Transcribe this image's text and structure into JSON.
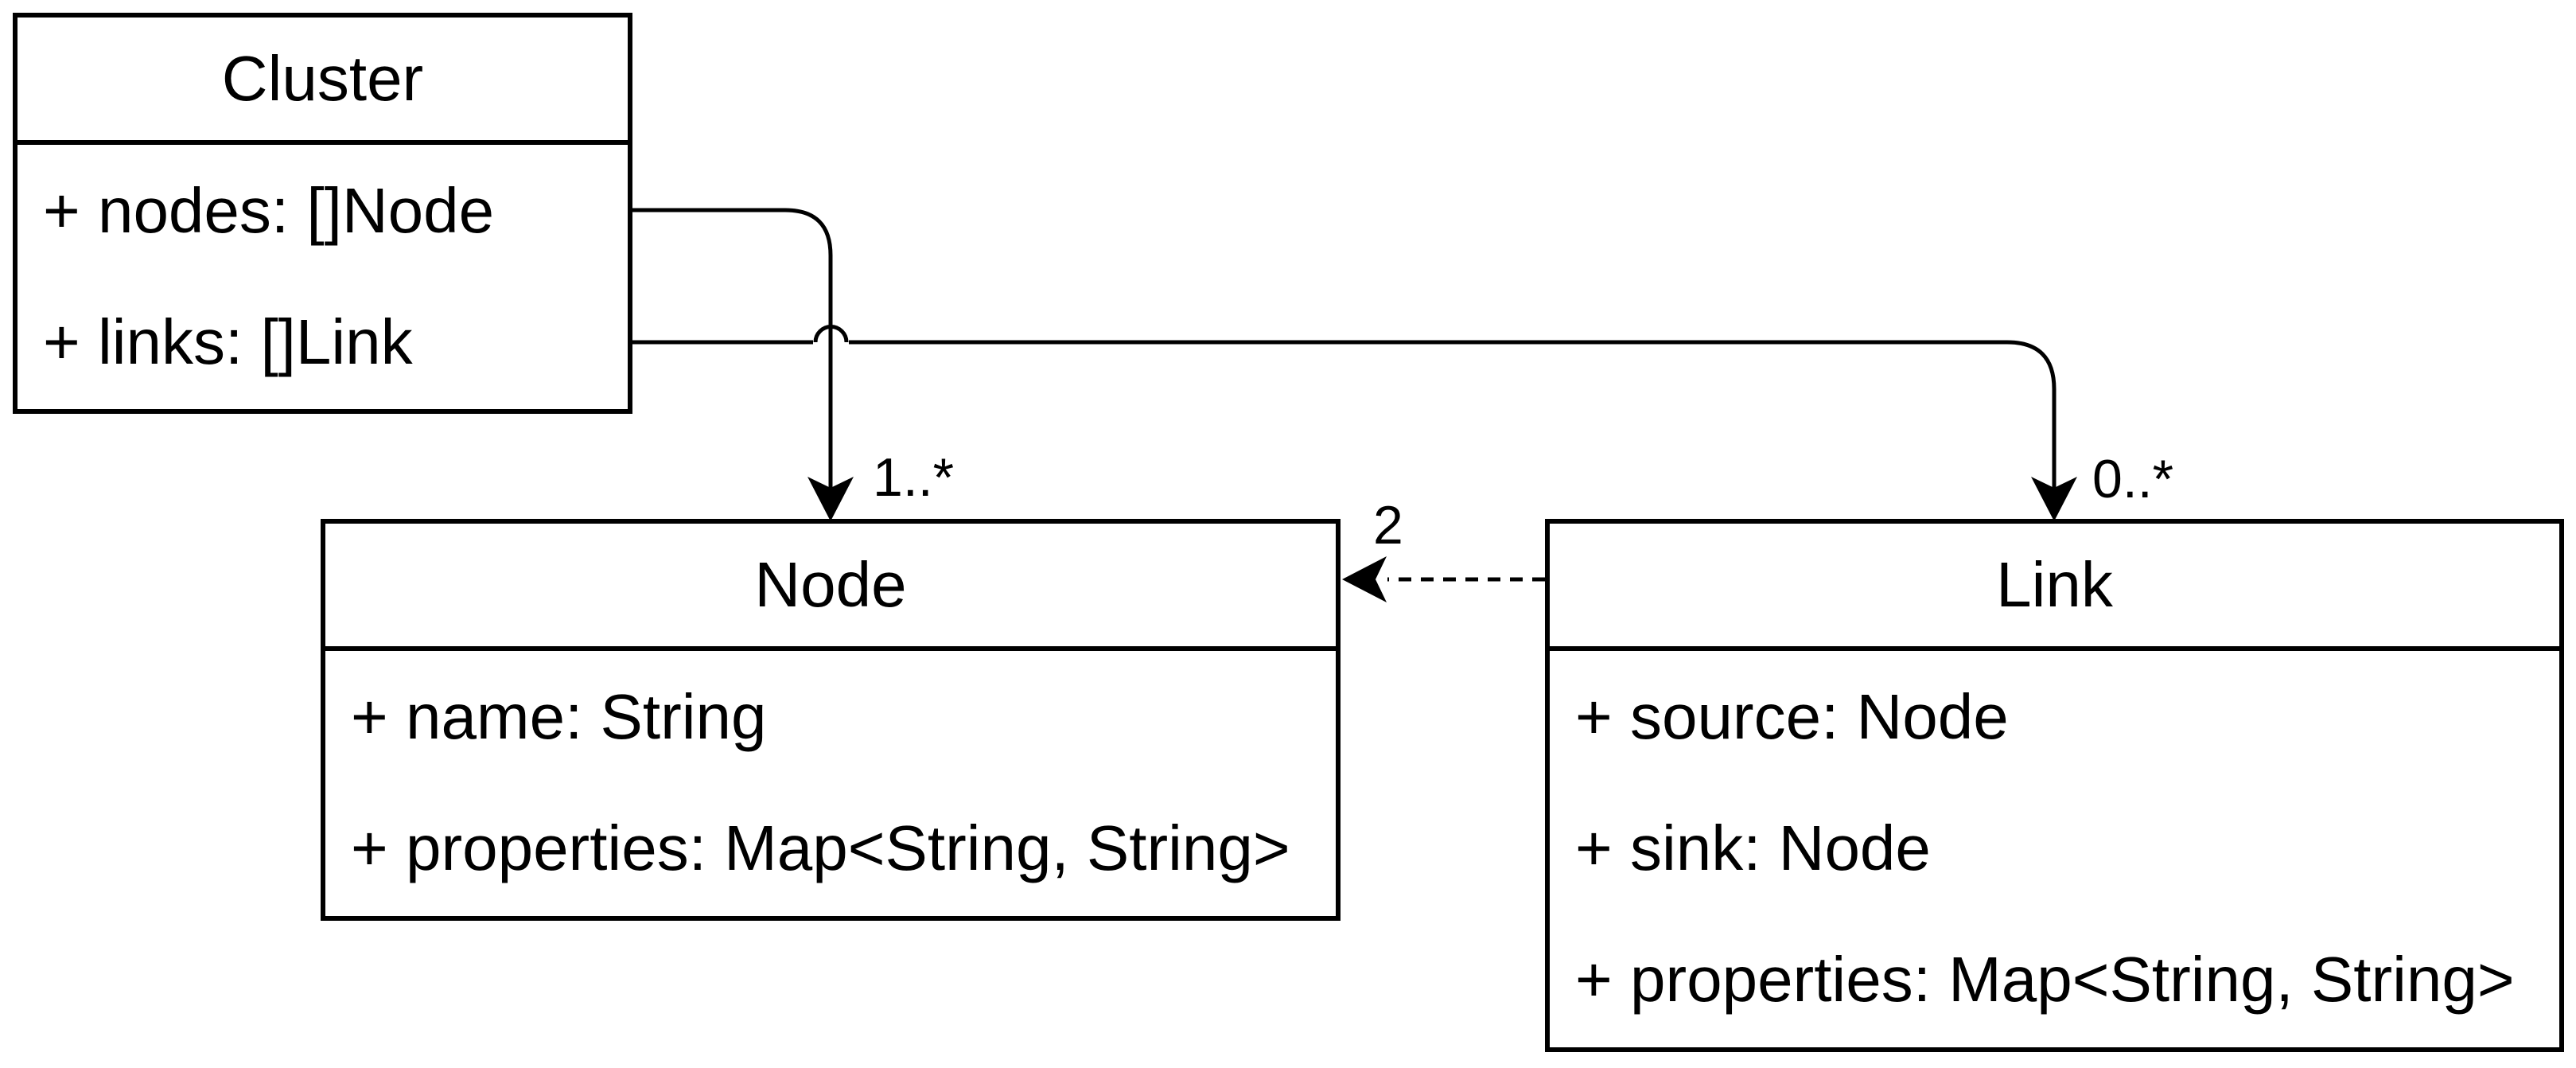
{
  "diagram": {
    "type": "uml-class-diagram",
    "background_color": "#ffffff",
    "stroke_color": "#000000",
    "classes": [
      {
        "id": "cluster",
        "title": "Cluster",
        "attributes": [
          "+ nodes: []Node",
          "+ links: []Link"
        ]
      },
      {
        "id": "node",
        "title": "Node",
        "attributes": [
          "+ name: String",
          "+ properties: Map<String, String>"
        ]
      },
      {
        "id": "link",
        "title": "Link",
        "attributes": [
          "+ source: Node",
          "+ sink: Node",
          "+ properties: Map<String, String>"
        ]
      }
    ],
    "edges": [
      {
        "from": "Cluster",
        "to": "Node",
        "style": "solid-arrow",
        "multiplicity": "1..*"
      },
      {
        "from": "Cluster",
        "to": "Link",
        "style": "solid-arrow",
        "multiplicity": "0..*"
      },
      {
        "from": "Link",
        "to": "Node",
        "style": "dashed-arrow",
        "multiplicity": "2"
      }
    ]
  }
}
